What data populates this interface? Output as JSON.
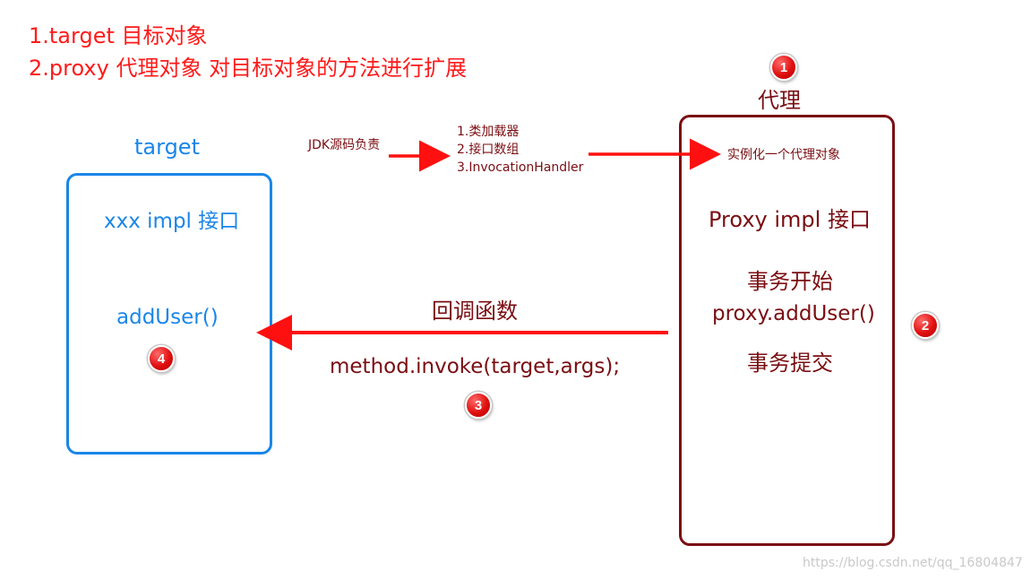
{
  "header": {
    "line1": "1.target 目标对象",
    "line2": "2.proxy 代理对象  对目标对象的方法进行扩展"
  },
  "target_box": {
    "title": "target",
    "interface_label": "xxx impl 接口",
    "method_label": "addUser()"
  },
  "proxy_box": {
    "title": "代理",
    "instantiate_label": "实例化一个代理对象",
    "interface_label": "Proxy impl 接口",
    "tx_begin": "事务开始",
    "proxy_call": "proxy.addUser()",
    "tx_commit": "事务提交"
  },
  "jdk_label": "JDK源码负责",
  "params": [
    "1.类加载器",
    "2.接口数组",
    "3.InvocationHandler"
  ],
  "callback": {
    "title": "回调函数",
    "code": "method.invoke(target,args);"
  },
  "badges": [
    "1",
    "2",
    "3",
    "4"
  ],
  "watermark": "https://blog.csdn.net/qq_16804847",
  "colors": {
    "header_red": "#ff1a1a",
    "target_blue": "#1a86e8",
    "proxy_dark_red": "#7a0e12",
    "arrow_red": "#ff1010"
  }
}
